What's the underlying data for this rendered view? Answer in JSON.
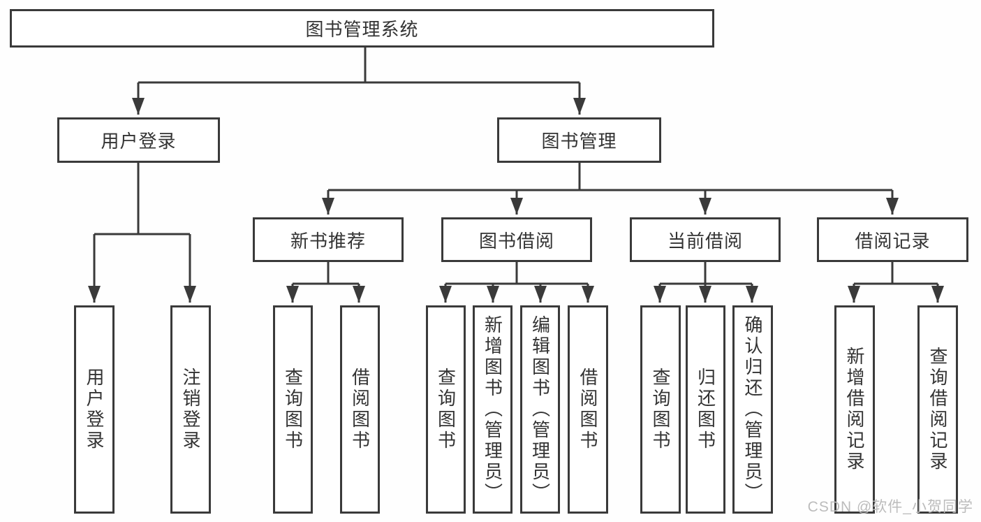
{
  "diagram_type": "hierarchy-tree",
  "colors": {
    "line": "#3a3a3a",
    "box_border": "#3a3a3a",
    "box_fill": "#ffffff",
    "text": "#333333",
    "watermark": "#bcbcbc",
    "background": "#fefefe"
  },
  "tree": {
    "label": "图书管理系统",
    "children": [
      {
        "label": "用户登录",
        "children": [
          {
            "label": "用户登录"
          },
          {
            "label": "注销登录"
          }
        ]
      },
      {
        "label": "图书管理",
        "children": [
          {
            "label": "新书推荐",
            "children": [
              {
                "label": "查询图书"
              },
              {
                "label": "借阅图书"
              }
            ]
          },
          {
            "label": "图书借阅",
            "children": [
              {
                "label": "查询图书"
              },
              {
                "label": "新增图书（管理员）"
              },
              {
                "label": "编辑图书（管理员）"
              },
              {
                "label": "借阅图书"
              }
            ]
          },
          {
            "label": "当前借阅",
            "children": [
              {
                "label": "查询图书"
              },
              {
                "label": "归还图书"
              },
              {
                "label": "确认归还（管理员）"
              }
            ]
          },
          {
            "label": "借阅记录",
            "children": [
              {
                "label": "新增借阅记录"
              },
              {
                "label": "查询借阅记录"
              }
            ]
          }
        ]
      }
    ]
  },
  "watermark": {
    "text": "CSDN @软件_小贺同学"
  }
}
